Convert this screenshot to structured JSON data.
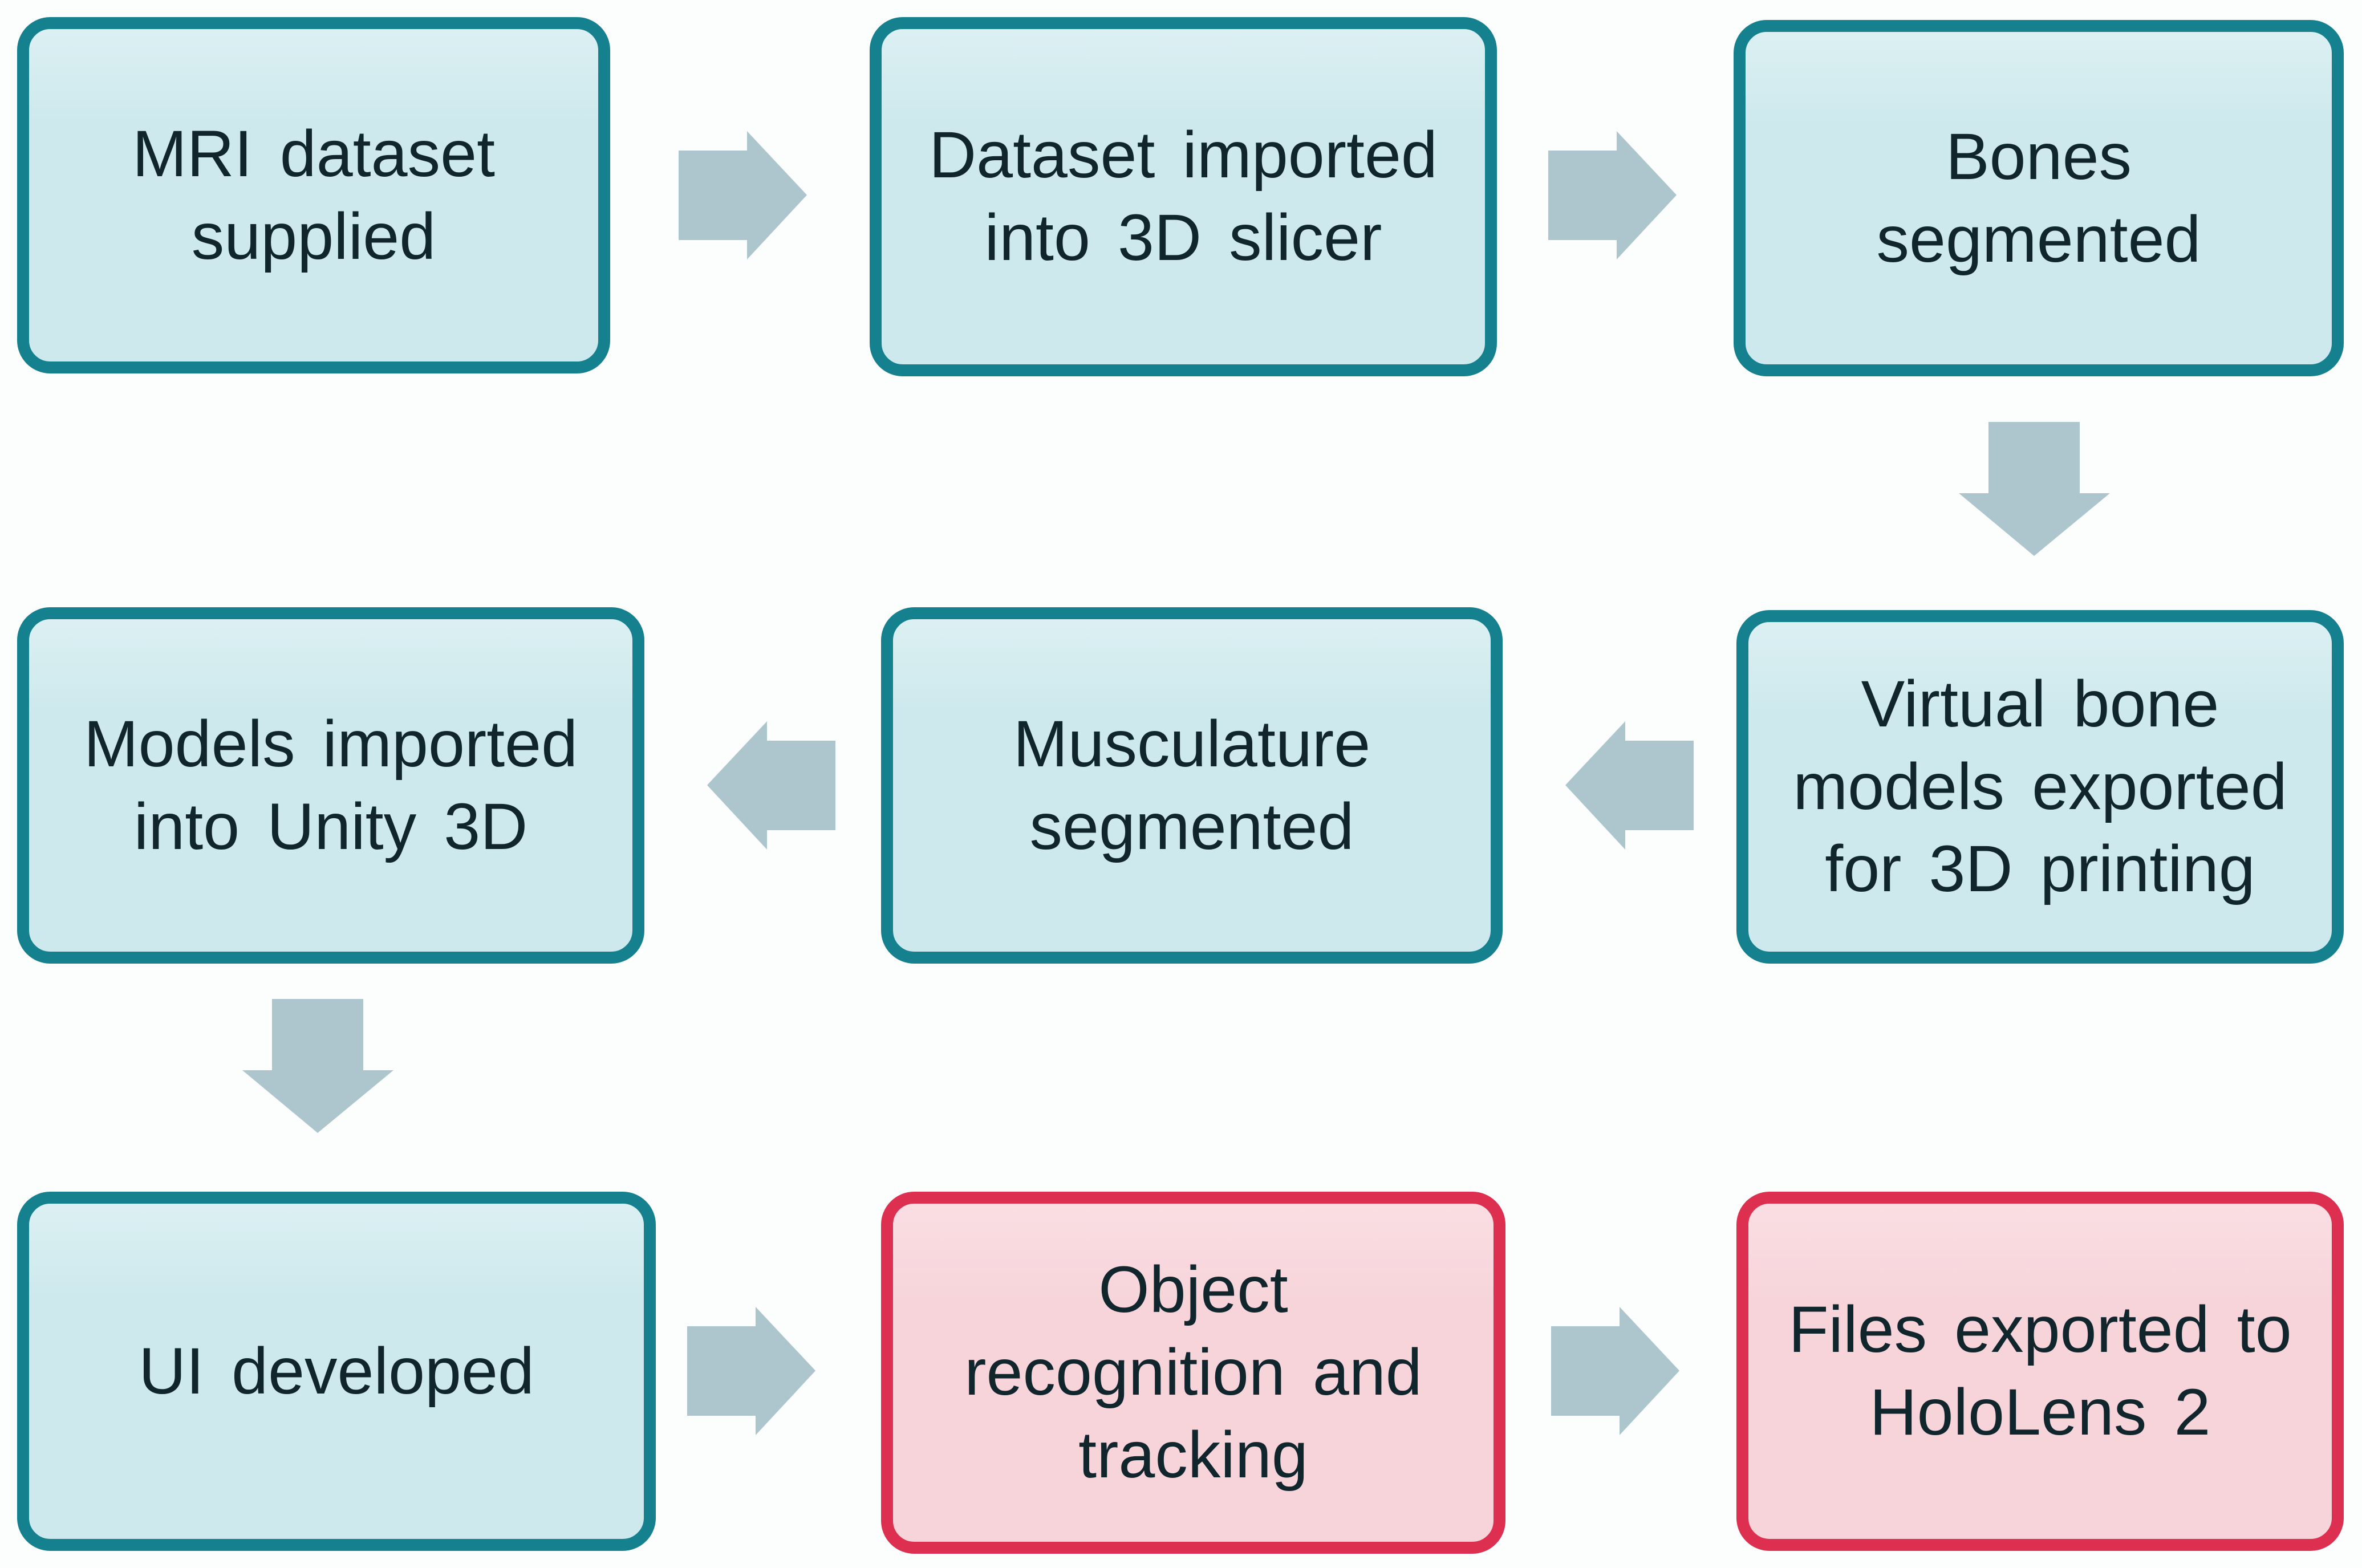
{
  "flowchart": {
    "steps": [
      {
        "id": 1,
        "label": "MRI dataset\nsupplied",
        "variant": "process"
      },
      {
        "id": 2,
        "label": "Dataset imported\ninto 3D slicer",
        "variant": "process"
      },
      {
        "id": 3,
        "label": "Bones\nsegmented",
        "variant": "process"
      },
      {
        "id": 4,
        "label": "Virtual bone\nmodels exported\nfor 3D printing",
        "variant": "process"
      },
      {
        "id": 5,
        "label": "Musculature\nsegmented",
        "variant": "process"
      },
      {
        "id": 6,
        "label": "Models imported\ninto Unity 3D",
        "variant": "process"
      },
      {
        "id": 7,
        "label": "UI developed",
        "variant": "process"
      },
      {
        "id": 8,
        "label": "Object\nrecognition and\ntracking",
        "variant": "highlight"
      },
      {
        "id": 9,
        "label": "Files exported to\nHoloLens 2",
        "variant": "highlight"
      }
    ],
    "connections": [
      {
        "from": 1,
        "to": 2,
        "direction": "right"
      },
      {
        "from": 2,
        "to": 3,
        "direction": "right"
      },
      {
        "from": 3,
        "to": 4,
        "direction": "down"
      },
      {
        "from": 4,
        "to": 5,
        "direction": "left"
      },
      {
        "from": 5,
        "to": 6,
        "direction": "left"
      },
      {
        "from": 6,
        "to": 7,
        "direction": "down"
      },
      {
        "from": 7,
        "to": 8,
        "direction": "right"
      },
      {
        "from": 8,
        "to": 9,
        "direction": "right"
      }
    ],
    "colors": {
      "process_fill": "#cde9ed",
      "process_border": "#15808e",
      "highlight_fill": "#f6d4da",
      "highlight_border": "#dd3050",
      "arrow": "#adc5cd",
      "text": "#10262c",
      "background": "#fcfefe"
    }
  }
}
